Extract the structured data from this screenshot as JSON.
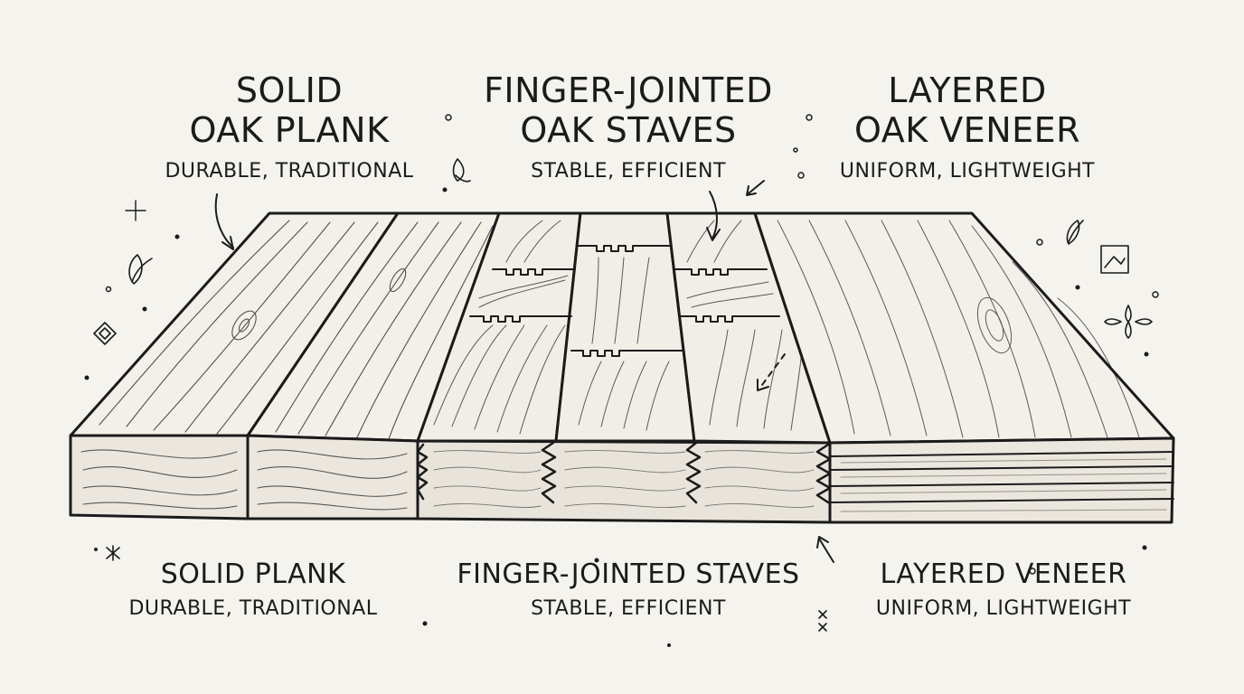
{
  "top_labels": [
    {
      "line1": "SOLID",
      "line2": "OAK PLANK",
      "sub": "DURABLE, TRADITIONAL"
    },
    {
      "line1": "FINGER-JOINTED",
      "line2": "OAK STAVES",
      "sub": "STABLE, EFFICIENT"
    },
    {
      "line1": "LAYERED",
      "line2": "OAK VENEER",
      "sub": "UNIFORM, LIGHTWEIGHT"
    }
  ],
  "bottom_labels": [
    {
      "title": "SOLID PLANK",
      "sub": "DURABLE, TRADITIONAL"
    },
    {
      "title": "FINGER-JOINTED STAVES",
      "sub": "STABLE, EFFICIENT"
    },
    {
      "title": "LAYERED VENEER",
      "sub": "UNIFORM, LIGHTWEIGHT"
    }
  ],
  "colors": {
    "ink": "#1b1b1b",
    "paper": "#f5f3ee"
  }
}
